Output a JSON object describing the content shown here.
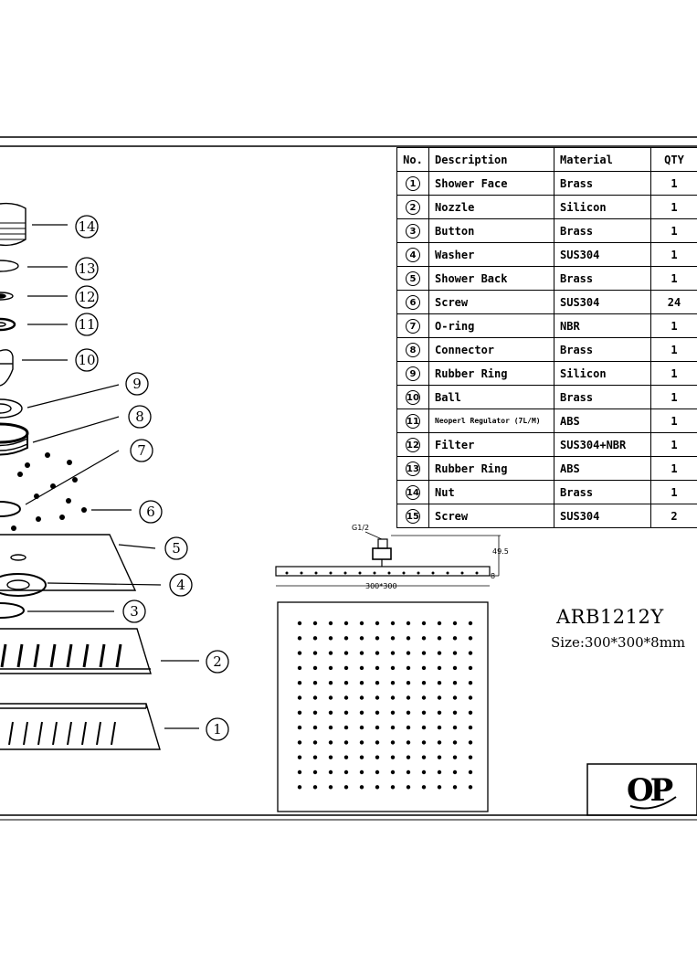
{
  "table": {
    "headers": {
      "no": "No.",
      "description": "Description",
      "material": "Material",
      "qty": "QTY"
    },
    "rows": [
      {
        "no": "1",
        "description": "Shower Face",
        "material": "Brass",
        "qty": "1"
      },
      {
        "no": "2",
        "description": "Nozzle",
        "material": "Silicon",
        "qty": "1"
      },
      {
        "no": "3",
        "description": "Button",
        "material": "Brass",
        "qty": "1"
      },
      {
        "no": "4",
        "description": "Washer",
        "material": "SUS304",
        "qty": "1"
      },
      {
        "no": "5",
        "description": "Shower Back",
        "material": "Brass",
        "qty": "1"
      },
      {
        "no": "6",
        "description": "Screw",
        "material": "SUS304",
        "qty": "24"
      },
      {
        "no": "7",
        "description": "O-ring",
        "material": "NBR",
        "qty": "1"
      },
      {
        "no": "8",
        "description": "Connector",
        "material": "Brass",
        "qty": "1"
      },
      {
        "no": "9",
        "description": "Rubber Ring",
        "material": "Silicon",
        "qty": "1"
      },
      {
        "no": "10",
        "description": "Ball",
        "material": "Brass",
        "qty": "1"
      },
      {
        "no": "11",
        "description": "Neoperl Regulator (7L/M)",
        "material": "ABS",
        "qty": "1"
      },
      {
        "no": "12",
        "description": "Filter",
        "material": "SUS304+NBR",
        "qty": "1"
      },
      {
        "no": "13",
        "description": "Rubber Ring",
        "material": "ABS",
        "qty": "1"
      },
      {
        "no": "14",
        "description": "Nut",
        "material": "Brass",
        "qty": "1"
      },
      {
        "no": "15",
        "description": "Screw",
        "material": "SUS304",
        "qty": "2"
      }
    ]
  },
  "callouts": [
    "14",
    "13",
    "12",
    "11",
    "10",
    "9",
    "8",
    "7",
    "6",
    "5",
    "4",
    "3",
    "2",
    "1"
  ],
  "dimensions": {
    "thread": "G1/2",
    "height": "49.5",
    "width": "300*300",
    "thickness": "8"
  },
  "model": "ARB1212Y",
  "size": "Size:300*300*8mm",
  "logo_text": "OP"
}
